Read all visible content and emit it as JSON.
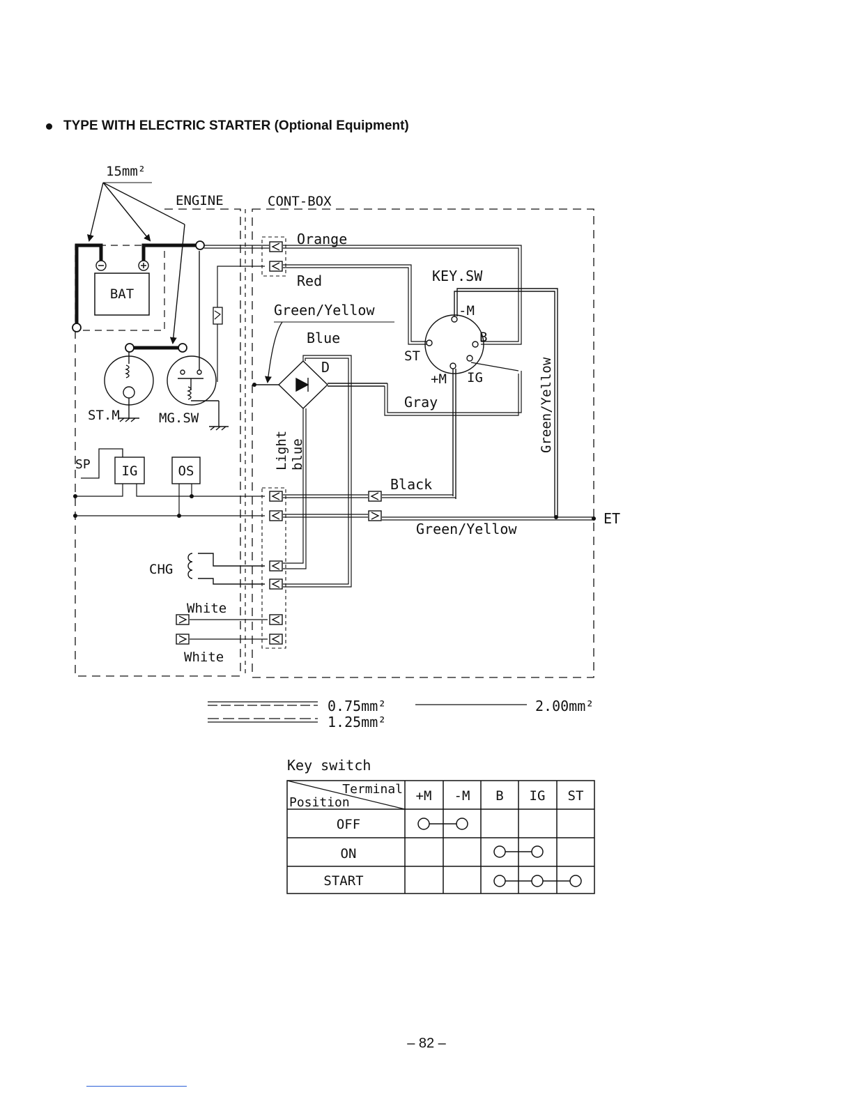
{
  "title": "TYPE WITH ELECTRIC STARTER (Optional Equipment)",
  "page_number": "– 82 –",
  "labels": {
    "cable_size": "15mm²",
    "engine": "ENGINE",
    "cont_box": "CONT-BOX",
    "bat": "BAT",
    "st_m": "ST.M",
    "mg_sw": "MG.SW",
    "sp": "SP",
    "ig_unit": "IG",
    "os": "OS",
    "chg": "CHG",
    "white_1": "White",
    "white_2": "White",
    "orange": "Orange",
    "red": "Red",
    "green_yellow_1": "Green/Yellow",
    "blue": "Blue",
    "diode": "D",
    "light_blue_1": "Light",
    "light_blue_2": "blue",
    "key_sw": "KEY.SW",
    "term_minus_m": "-M",
    "term_b": "B",
    "term_st": "ST",
    "term_plus_m": "+M",
    "term_ig": "IG",
    "gray": "Gray",
    "black": "Black",
    "green_yellow_2": "Green/Yellow",
    "green_yellow_vertical": "Green/Yellow",
    "et": "ET"
  },
  "legend": {
    "size_075": "0.75mm²",
    "size_125": "1.25mm²",
    "size_200": "2.00mm²"
  },
  "key_switch_table": {
    "title": "Key switch",
    "corner_terminal": "Terminal",
    "corner_position": "Position",
    "columns": [
      "+M",
      "-M",
      "B",
      "IG",
      "ST"
    ],
    "rows": [
      {
        "position": "OFF",
        "connected": [
          "+M",
          "-M"
        ]
      },
      {
        "position": "ON",
        "connected": [
          "B",
          "IG"
        ]
      },
      {
        "position": "START",
        "connected": [
          "B",
          "IG",
          "ST"
        ]
      }
    ]
  }
}
